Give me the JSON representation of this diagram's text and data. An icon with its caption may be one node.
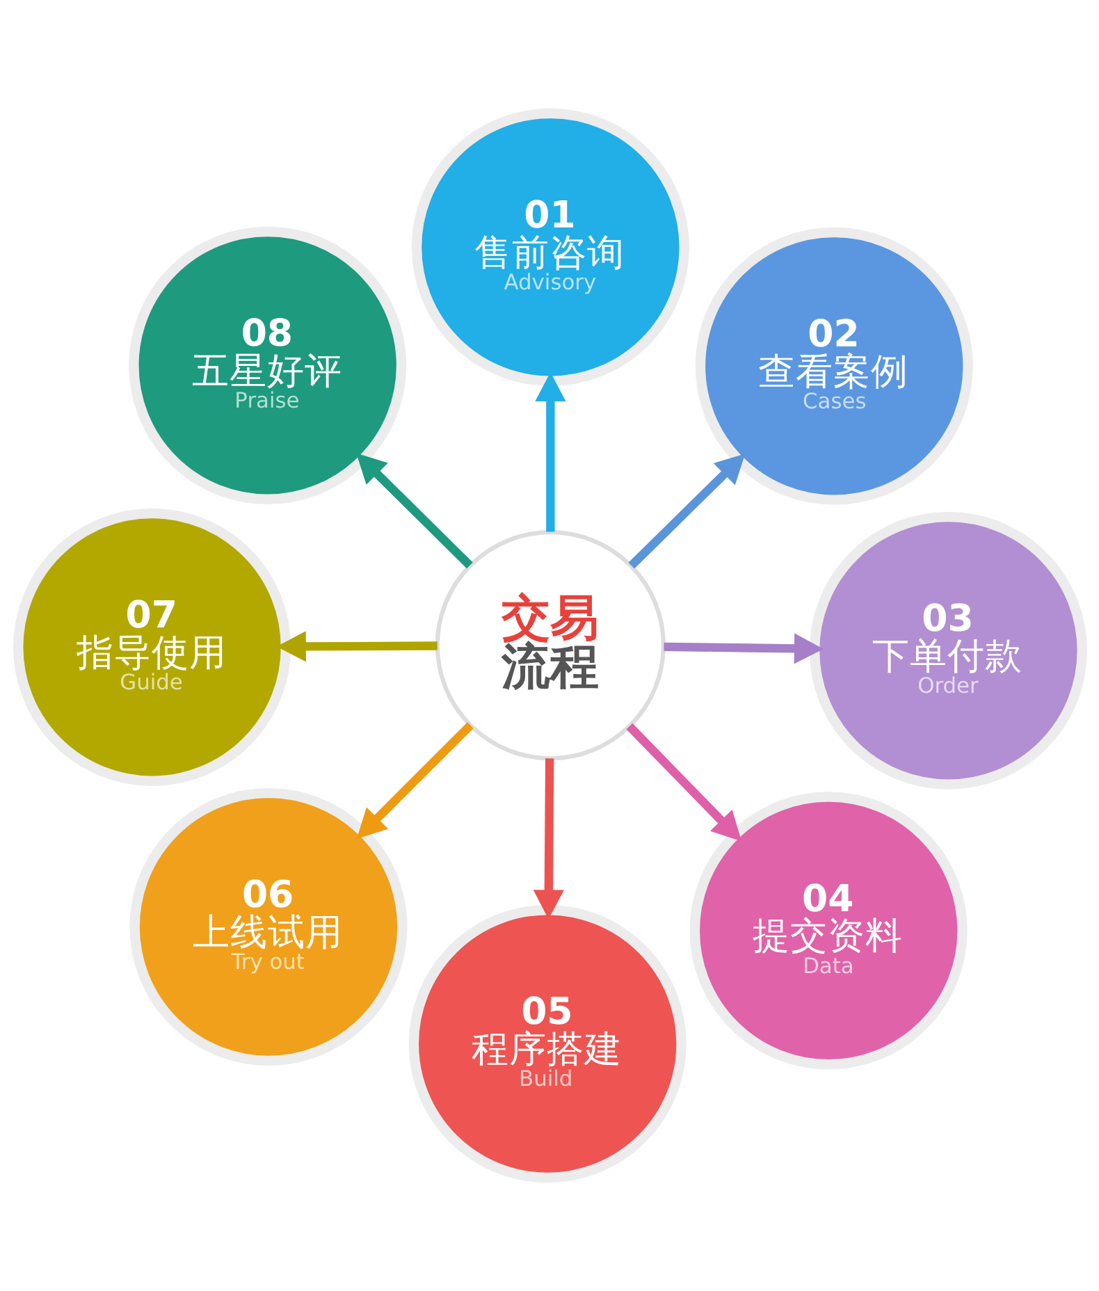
{
  "diagram": {
    "nodes": [
      {
        "text": [
          "交易",
          "流程"
        ]
      },
      {
        "text": [
          "01",
          "售前咨询",
          "Advisory"
        ]
      },
      {
        "text": [
          "02",
          "查看案例",
          "Cases"
        ]
      },
      {
        "text": [
          "03",
          "下单付款",
          "Order"
        ]
      },
      {
        "text": [
          "04",
          "提交资料",
          "Data"
        ]
      },
      {
        "text": [
          "05",
          "程序搭建",
          "Build"
        ]
      },
      {
        "text": [
          "06",
          "上线试用",
          "Try out"
        ]
      },
      {
        "text": [
          "07",
          "指导使用",
          "Guide"
        ]
      },
      {
        "text": [
          "08",
          "五星好评",
          "Praise"
        ]
      }
    ],
    "edges": [
      {
        "from": 0,
        "to": 1,
        "arrow": "to",
        "color": "#22aee6"
      },
      {
        "from": 0,
        "to": 2,
        "arrow": "to",
        "color": "#5a95dc"
      },
      {
        "from": 0,
        "to": 3,
        "arrow": "to",
        "color": "#a57fc8"
      },
      {
        "from": 0,
        "to": 4,
        "arrow": "to",
        "color": "#df5fa8"
      },
      {
        "from": 0,
        "to": 5,
        "arrow": "to",
        "color": "#ec5350"
      },
      {
        "from": 0,
        "to": 6,
        "arrow": "to",
        "color": "#ee9b12"
      },
      {
        "from": 0,
        "to": 7,
        "arrow": "to",
        "color": "#b0a400"
      },
      {
        "from": 0,
        "to": 8,
        "arrow": "to",
        "color": "#1e9a80"
      }
    ]
  }
}
